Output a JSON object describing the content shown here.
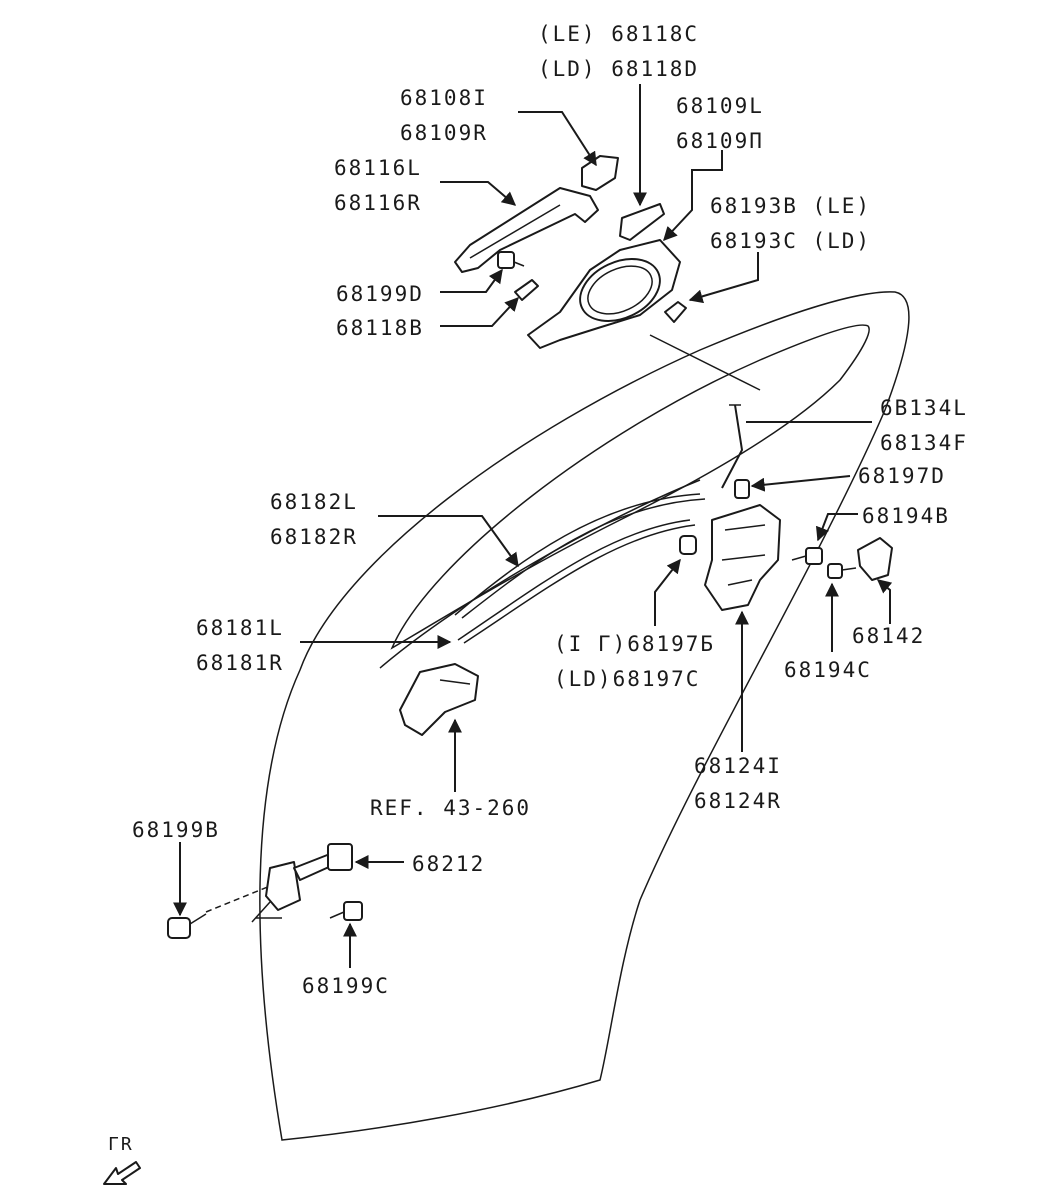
{
  "callouts": [
    {
      "id": "c1",
      "lines": [
        "(LE) 68118C",
        "(LD) 68118D"
      ]
    },
    {
      "id": "c2",
      "lines": [
        "68108I",
        "68109R"
      ]
    },
    {
      "id": "c3",
      "lines": [
        "68109L",
        "68109П"
      ]
    },
    {
      "id": "c4",
      "lines": [
        "68116L",
        "68116R"
      ]
    },
    {
      "id": "c5",
      "lines": [
        "68193B (LE)",
        "68193C (LD)"
      ]
    },
    {
      "id": "c6",
      "lines": [
        "68199D"
      ]
    },
    {
      "id": "c7",
      "lines": [
        "68118B"
      ]
    },
    {
      "id": "c8",
      "lines": [
        "6B134L",
        "68134F"
      ]
    },
    {
      "id": "c9",
      "lines": [
        "68197D"
      ]
    },
    {
      "id": "c10",
      "lines": [
        "68182L",
        "68182R"
      ]
    },
    {
      "id": "c11",
      "lines": [
        "68194B"
      ]
    },
    {
      "id": "c12",
      "lines": [
        "68142"
      ]
    },
    {
      "id": "c13",
      "lines": [
        "68181L",
        "68181R"
      ]
    },
    {
      "id": "c14",
      "lines": [
        "(I Г)68197Б",
        "(LD)68197C"
      ]
    },
    {
      "id": "c15",
      "lines": [
        "68194C"
      ]
    },
    {
      "id": "c16",
      "lines": [
        "68124I",
        "68124R"
      ]
    },
    {
      "id": "c17",
      "lines": [
        "REF. 43-260"
      ]
    },
    {
      "id": "c18",
      "lines": [
        "68199B"
      ]
    },
    {
      "id": "c19",
      "lines": [
        "68212"
      ]
    },
    {
      "id": "c20",
      "lines": [
        "68199C"
      ]
    },
    {
      "id": "c21",
      "lines": [
        "ΓR"
      ]
    }
  ]
}
